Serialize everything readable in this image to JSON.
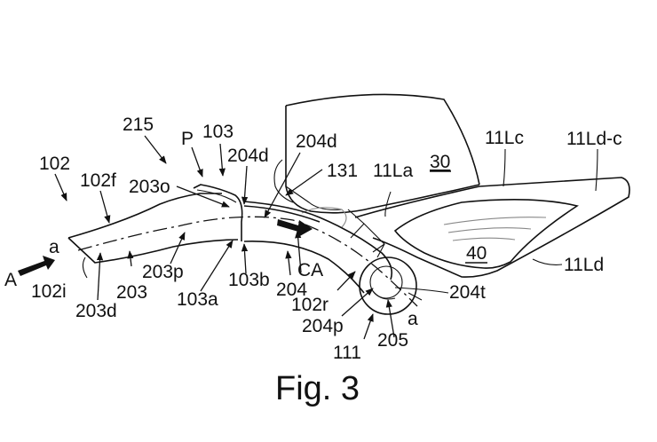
{
  "figure": {
    "caption": "Fig. 3",
    "labels": {
      "l102": "102",
      "l102f": "102f",
      "l215": "215",
      "lP": "P",
      "l103": "103",
      "l204d_a": "204d",
      "l204d_b": "204d",
      "l203o": "203o",
      "l131": "131",
      "l11La": "11La",
      "l30": "30",
      "l11Lc": "11Lc",
      "l11Ldc": "11Ld-c",
      "l40": "40",
      "l11Ld": "11Ld",
      "lA": "A",
      "la_left": "a",
      "l102i": "102i",
      "l203d": "203d",
      "l203": "203",
      "l203p": "203p",
      "l103a": "103a",
      "l103b": "103b",
      "l204": "204",
      "lCA": "CA",
      "l102r": "102r",
      "l204p": "204p",
      "l111": "111",
      "l205": "205",
      "la_right": "a",
      "l204t": "204t"
    }
  }
}
